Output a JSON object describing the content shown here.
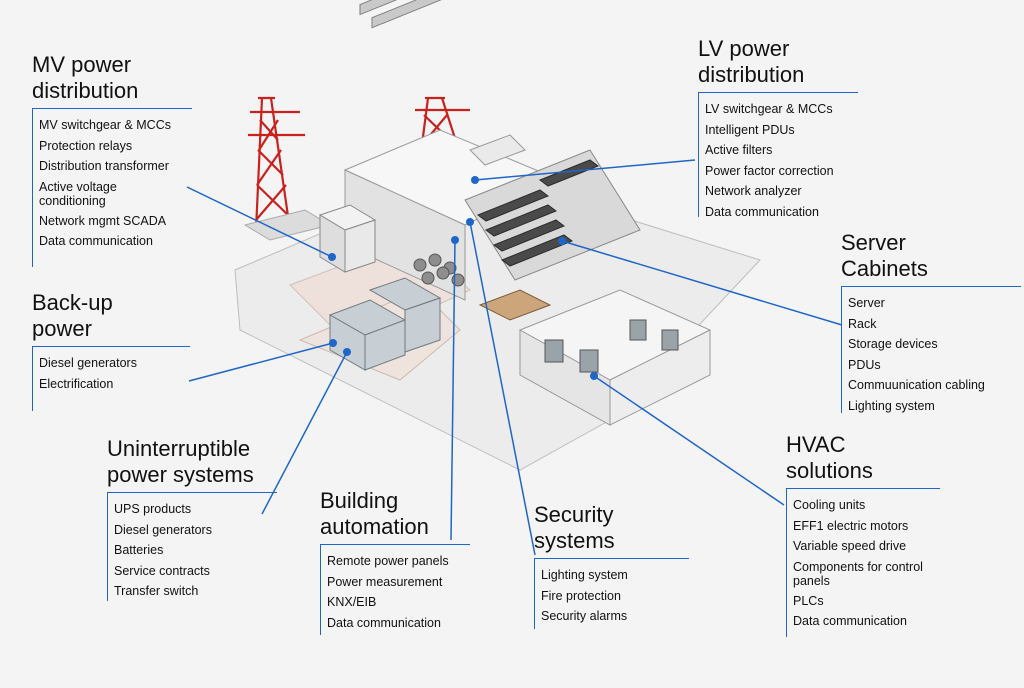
{
  "groups": [
    {
      "id": "mv",
      "title": "MV power\ndistribution",
      "items": [
        "MV switchgear & MCCs",
        "Protection relays",
        "Distribution transformer",
        "Active voltage\nconditioning",
        "Network mgmt SCADA",
        "Data communication"
      ]
    },
    {
      "id": "lv",
      "title": "LV power\ndistribution",
      "items": [
        "LV switchgear &  MCCs",
        "Intelligent PDUs",
        "Active filters",
        "Power factor correction",
        "Network analyzer",
        "Data communication"
      ]
    },
    {
      "id": "server",
      "title": "Server\nCabinets",
      "items": [
        "Server",
        "Rack",
        "Storage devices",
        "PDUs",
        "Commuunication cabling",
        "Lighting system"
      ]
    },
    {
      "id": "backup",
      "title": "Back-up\npower",
      "items": [
        "Diesel generators",
        "Electrification"
      ]
    },
    {
      "id": "ups",
      "title": "Uninterruptible\npower systems",
      "items": [
        "UPS products",
        "Diesel generators",
        "Batteries",
        "Service contracts",
        "Transfer switch"
      ]
    },
    {
      "id": "bldg",
      "title": "Building\nautomation",
      "items": [
        "Remote power panels",
        "Power measurement",
        "KNX/EIB",
        "Data communication"
      ]
    },
    {
      "id": "sec",
      "title": "Security\nsystems",
      "items": [
        "Lighting system",
        "Fire protection",
        "Security alarms"
      ]
    },
    {
      "id": "hvac",
      "title": "HVAC\nsolutions",
      "items": [
        "Cooling units",
        "EFF1 electric motors",
        "Variable speed drive",
        "Components for control\npanels",
        "PLCs",
        "Data communication"
      ]
    }
  ]
}
